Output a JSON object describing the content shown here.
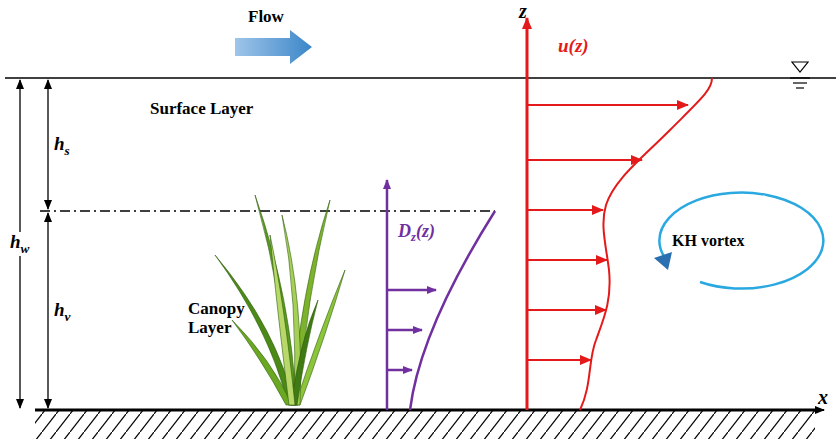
{
  "diagram": {
    "labels": [
      "Flow",
      "z",
      "u(z)",
      "hs",
      "Surface Layer",
      "KH vortex",
      "hw",
      "Canopy Layer",
      "hv",
      "Dz(z)",
      "x"
    ]
  }
}
